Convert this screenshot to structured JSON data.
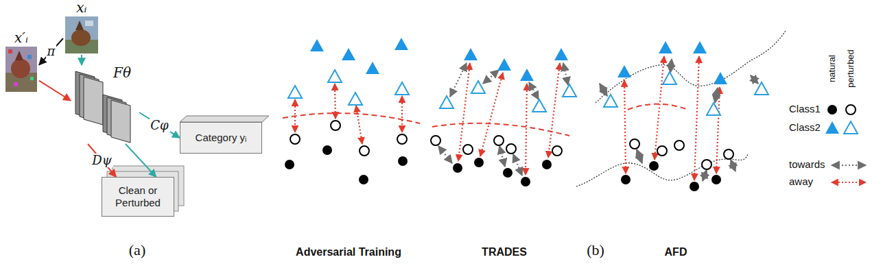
{
  "diagram": {
    "nodes": [
      {
        "text": [
          "x′ᵢ"
        ]
      },
      {
        "text": [
          "xᵢ"
        ]
      },
      {
        "text": [
          "Fθ"
        ]
      },
      {
        "text": [
          "Category yᵢ"
        ]
      },
      {
        "text": [
          "Clean or Perturbed"
        ]
      }
    ],
    "edges": [
      {
        "from": 1,
        "to": 0,
        "label": "π",
        "arrow": "to"
      },
      {
        "from": 0,
        "to": 2,
        "arrow": "to"
      },
      {
        "from": 1,
        "to": 2,
        "arrow": "to"
      },
      {
        "from": 2,
        "to": 3,
        "label": "Cφ",
        "arrow": "to"
      },
      {
        "from": 2,
        "to": 4,
        "label": "Dψ",
        "arrow": "to"
      },
      {
        "from": 2,
        "to": 4,
        "arrow": "to"
      }
    ],
    "labels": [
      "Adversarial Training",
      "TRADES",
      "AFD",
      "natural",
      "perturbed",
      "(a)",
      "(b)"
    ],
    "legend": [
      {
        "text": "Class1"
      },
      {
        "text": "Class2"
      },
      {
        "text": "towards"
      },
      {
        "text": "away"
      }
    ]
  }
}
